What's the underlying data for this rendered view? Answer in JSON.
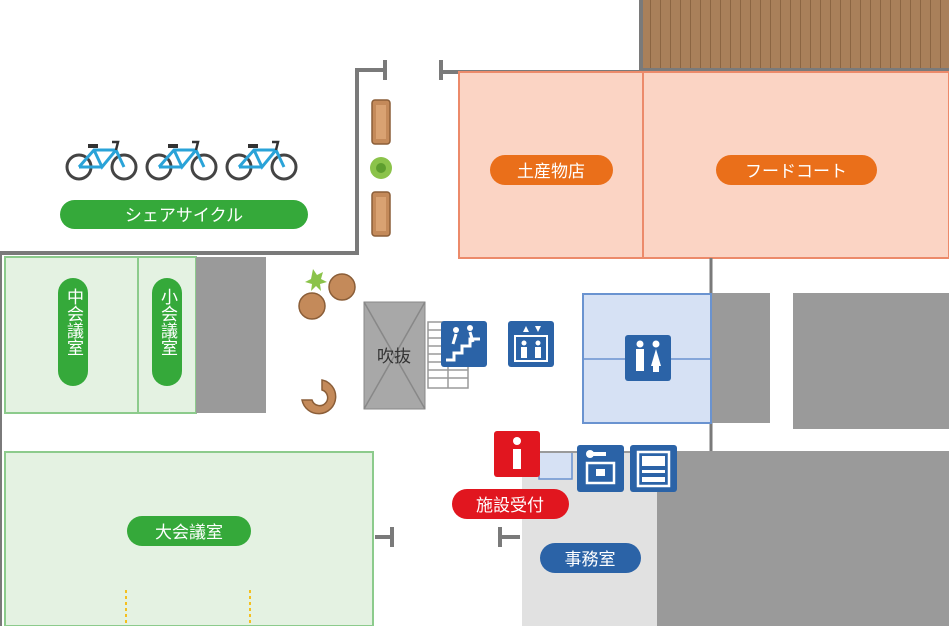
{
  "facility_map": {
    "labels": {
      "share_cycle": "シェアサイクル",
      "souvenir_shop": "土産物店",
      "food_court": "フードコート",
      "medium_meeting_room": "中会議室",
      "small_meeting_room": "小会議室",
      "large_meeting_room": "大会議室",
      "atrium": "吹抜",
      "reception": "施設受付",
      "office": "事務室"
    },
    "icons": [
      "bicycle-icon",
      "bicycle-icon",
      "bicycle-icon",
      "stairs-icon",
      "elevator-icon",
      "restroom-icon",
      "information-icon",
      "locker-icon",
      "vending-machine-icon",
      "bench-icon",
      "plant-icon",
      "round-table-icon"
    ],
    "colors": {
      "orange_label": "#ea6f1a",
      "green_label": "#35a93a",
      "blue_label": "#2b63a7",
      "red_label": "#e1161f",
      "shop_fill": "#fbd4c4",
      "shop_border": "#ec8a6a",
      "meeting_fill": "#e4f2e2",
      "meeting_border": "#8ccb8c",
      "restroom_fill": "#d6e1f4",
      "restroom_border": "#6a93d0",
      "wall": "#7a7a7a",
      "gray_block": "#9a9a9a",
      "deck": "#a9805a"
    }
  }
}
